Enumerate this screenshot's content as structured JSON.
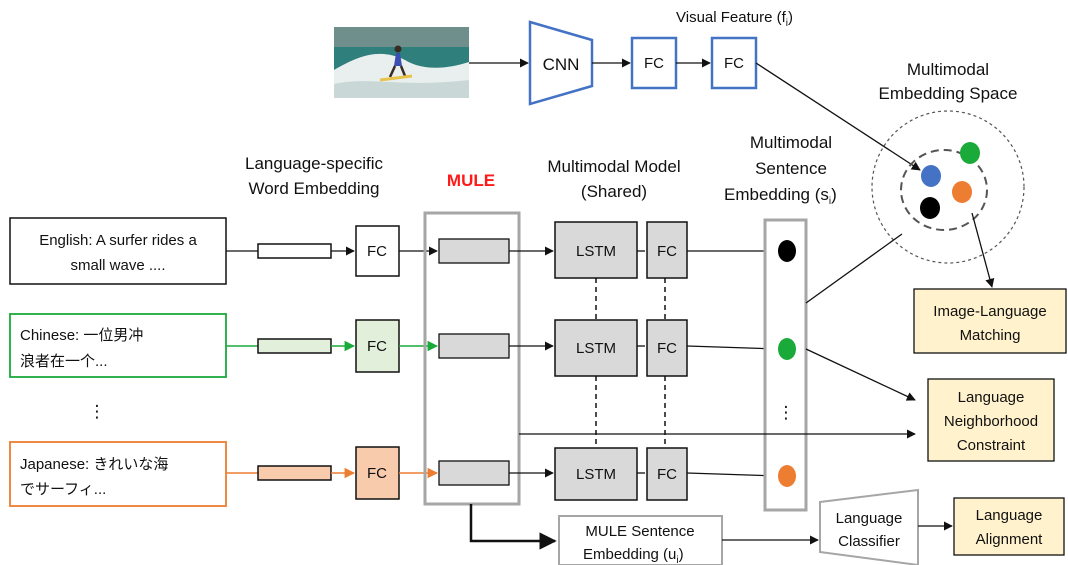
{
  "colors": {
    "blue": "#4472c4",
    "green": "#1aaa3a",
    "orange": "#ed7d31",
    "gray_fill": "#d9d9d9",
    "gray_stroke": "#a6a6a6",
    "label_fill": "#fff2cc",
    "mule_red": "#ff1a1a"
  },
  "image_block": {
    "cnn": "CNN",
    "fc1": "FC",
    "fc2": "FC",
    "visual_feature": "Visual Feature (f",
    "visual_feature_sub": "i",
    "visual_feature_close": ")"
  },
  "embedding_space": {
    "title_line1": "Multimodal",
    "title_line2": "Embedding Space"
  },
  "headers": {
    "lang_specific_line1": "Language-specific",
    "lang_specific_line2": "Word Embedding",
    "mule": "MULE",
    "mm_model_line1": "Multimodal Model",
    "mm_model_line2": "(Shared)",
    "mm_sent_line1": "Multimodal",
    "mm_sent_line2": "Sentence",
    "mm_sent_line3": "Embedding (s",
    "mm_sent_sub": "i",
    "mm_sent_close": ")"
  },
  "inputs": {
    "english_line1": "English: A surfer rides a",
    "english_line2": "small wave ....",
    "chinese_line1": "Chinese: 一位男冲",
    "chinese_line2": "浪者在一个...",
    "japanese_line1": "Japanese: きれいな海",
    "japanese_line2": "でサーフィ...",
    "vdots": "⋮"
  },
  "blocks": {
    "fc": "FC",
    "lstm": "LSTM",
    "embedding_dots": "⋮"
  },
  "mule_sentence": {
    "line1": "MULE Sentence",
    "line2": "Embedding  (u",
    "sub": "i",
    "close": ")"
  },
  "classifier": {
    "line1": "Language",
    "line2": "Classifier"
  },
  "outputs": {
    "matching_line1": "Image-Language",
    "matching_line2": "Matching",
    "neighborhood_line1": "Language",
    "neighborhood_line2": "Neighborhood",
    "neighborhood_line3": "Constraint",
    "alignment_line1": "Language",
    "alignment_line2": "Alignment"
  }
}
